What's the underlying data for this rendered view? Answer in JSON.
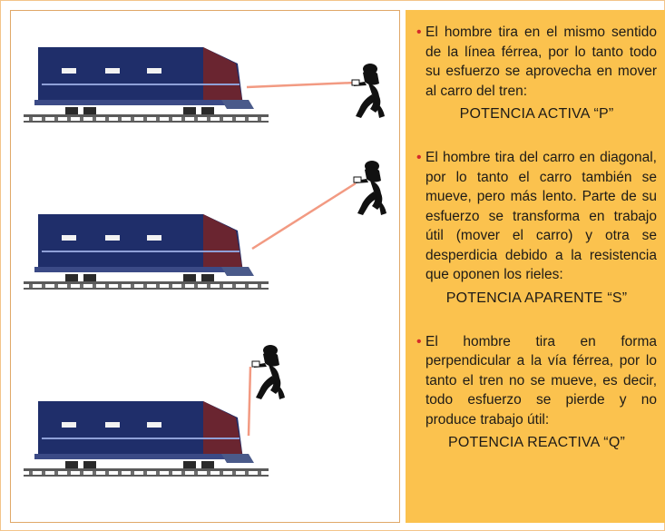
{
  "text_panel": {
    "items": [
      {
        "bullet": "•",
        "text": "El hombre tira en el mismo sentido de la línea férrea, por lo tanto todo su esfuerzo se aprovecha en mover al carro del tren:",
        "power": "POTENCIA ACTIVA “P”"
      },
      {
        "bullet": "•",
        "text": "El hombre tira del carro en diagonal, por lo tanto el carro también se mueve, pero más lento. Parte de su esfuerzo se transforma en trabajo útil (mover el carro) y otra se desperdicia debido a la resistencia que oponen los rieles:",
        "power": "POTENCIA APARENTE “S”"
      },
      {
        "bullet": "•",
        "text": "El hombre tira en forma perpendicular a la vía férrea, por lo tanto el tren no se mueve, es decir, todo esfuerzo se pierde y no produce trabajo útil:",
        "power": "POTENCIA REACTIVA “Q”"
      }
    ]
  },
  "colors": {
    "panel_background": "#fbc24e",
    "bullet": "#d42a2a",
    "train_body": "#1f2e6a",
    "train_front": "#6a2530",
    "rope": "#f29a82",
    "rail": "#5a5a5a"
  }
}
